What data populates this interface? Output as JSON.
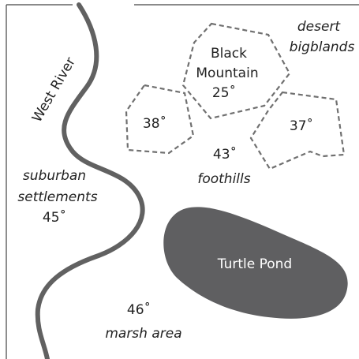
{
  "map": {
    "river_label": "West River",
    "mountain_line1": "Black",
    "mountain_line2": "Mountain",
    "mountain_temp": "25˚",
    "hill_west_temp": "38˚",
    "hill_east_temp": "37˚",
    "foothills_temp": "43˚",
    "foothills_label": "foothills",
    "desert_line1": "desert",
    "desert_line2": "bigblands",
    "suburban_line1": "suburban",
    "suburban_line2": "settlements",
    "suburban_temp": "45˚",
    "pond_label": "Turtle Pond",
    "marsh_temp": "46˚",
    "marsh_label": "marsh area"
  },
  "colors": {
    "river": "#616161",
    "pond": "#5f5f61",
    "dashed": "#707070",
    "frame": "#444444"
  }
}
